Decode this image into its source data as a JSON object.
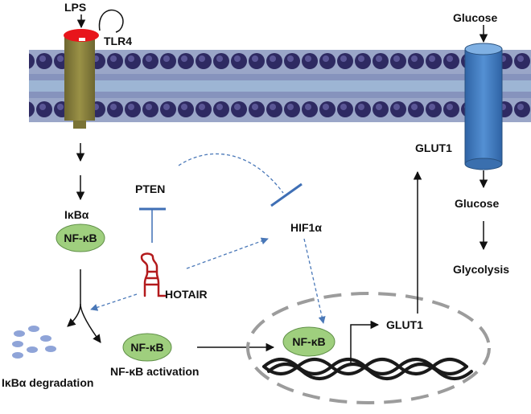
{
  "labels": {
    "lps": "LPS",
    "tlr4": "TLR4",
    "glucose_top": "Glucose",
    "glut1_membrane": "GLUT1",
    "glucose_bottom": "Glucose",
    "glycolysis": "Glycolysis",
    "pten": "PTEN",
    "ikba": "IκBα",
    "nfkb_complex": "NF-κB",
    "hif1a": "HIF1α",
    "hotair": "HOTAIR",
    "nfkb_active": "NF-κB",
    "nfkb_nucleus": "NF-κB",
    "glut1_gene": "GLUT1",
    "ikba_degradation": "IκBα degradation",
    "nfkb_activation": "NF-κB activation"
  },
  "colors": {
    "membrane_bg": "#8a96bb",
    "membrane_head": "#2e2a62",
    "tlr4_body": "#857d3b",
    "lps_cap": "#e8151b",
    "glut1_body": "#3f79be",
    "nfkb_fill": "#9fcf7e",
    "hotair_rna": "#b31a1c",
    "inhibit_blue": "#3f6fb5",
    "dashed_arrow": "#4a78b8",
    "nucleus_border": "#9c9c9c",
    "degradation_dots": "#8fa4d8"
  }
}
